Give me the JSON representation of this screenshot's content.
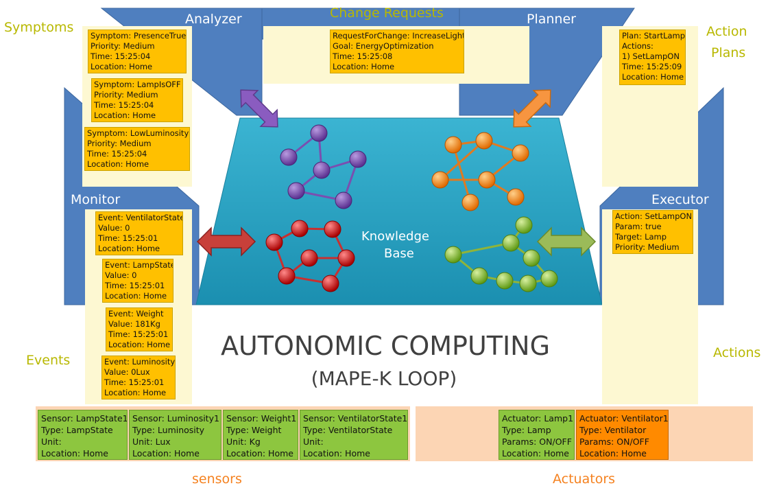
{
  "labels": {
    "analyzer": "Analyzer",
    "change_requests": "Change Requests",
    "planner": "Planner",
    "symptoms": "Symptoms",
    "action_plans_1": "Action",
    "action_plans_2": "Plans",
    "monitor": "Monitor",
    "executor": "Executor",
    "events": "Events",
    "actions": "Actions",
    "sensors": "sensors",
    "actuators": "Actuators",
    "knowledge_1": "Knowledge",
    "knowledge_2": "Base",
    "title_1": "AUTONOMIC COMPUTING",
    "title_2": "(MAPE-K LOOP)"
  },
  "symptoms": [
    [
      "Symptom: PresenceTrue",
      "Priority: Medium",
      "Time: 15:25:04",
      "Location: Home"
    ],
    [
      "Symptom: LampIsOFF",
      "Priority: Medium",
      "Time: 15:25:04",
      "Location: Home"
    ],
    [
      "Symptom: LowLuminosity",
      "Priority: Medium",
      "Time: 15:25:04",
      "Location: Home"
    ]
  ],
  "change_request": [
    "RequestForChange: IncreaseLight",
    "Goal: EnergyOptimization",
    "Time: 15:25:08",
    "Location: Home"
  ],
  "plan": [
    "Plan: StartLamp",
    "Actions:",
    "1) SetLampON",
    "Time: 15:25:09",
    "Location: Home"
  ],
  "events": [
    [
      "Event: VentilatorState",
      "Value: 0",
      "Time: 15:25:01",
      "Location: Home"
    ],
    [
      "Event: LampState",
      "Value: 0",
      "Time: 15:25:01",
      "Location: Home"
    ],
    [
      "Event: Weight",
      "Value: 181Kg",
      "Time: 15:25:01",
      "Location: Home"
    ],
    [
      "Event: Luminosity",
      "Value: 0Lux",
      "Time: 15:25:01",
      "Location: Home"
    ]
  ],
  "action": [
    "Action: SetLampON",
    "Param: true",
    "Target: Lamp",
    "Priority: Medium"
  ],
  "sensors": [
    [
      "Sensor: LampState1",
      "Type: LampState",
      "Unit:",
      "Location: Home"
    ],
    [
      "Sensor: Luminosity1",
      "Type: Luminosity",
      "Unit: Lux",
      "Location: Home"
    ],
    [
      "Sensor: Weight1",
      "Type: Weight",
      "Unit: Kg",
      "Location: Home"
    ],
    [
      "Sensor: VentilatorState1",
      "Type: VentilatorState",
      "Unit:",
      "Location: Home"
    ]
  ],
  "actuators": [
    [
      "Actuator: Lamp1",
      "Type: Lamp",
      "Params: ON/OFF",
      "Location: Home"
    ],
    [
      "Actuator: Ventilator1",
      "Type: Ventilator",
      "Params: ON/OFF",
      "Location: Home"
    ]
  ],
  "colors": {
    "frame_blue": "#4f7fbf",
    "knowledge_teal": "#2aa6c6",
    "card_orange": "#ffc000",
    "panel_cream": "#fdf8d2",
    "sensor_green": "#8dc63f",
    "actuator_orange": "#ff8a00",
    "section_peach": "#fcd5b4",
    "label_olive": "#b8b800",
    "graph_purple": "#7a4fb0",
    "graph_orange": "#f58220",
    "graph_red": "#d42a2a",
    "graph_green": "#8fc43a"
  }
}
